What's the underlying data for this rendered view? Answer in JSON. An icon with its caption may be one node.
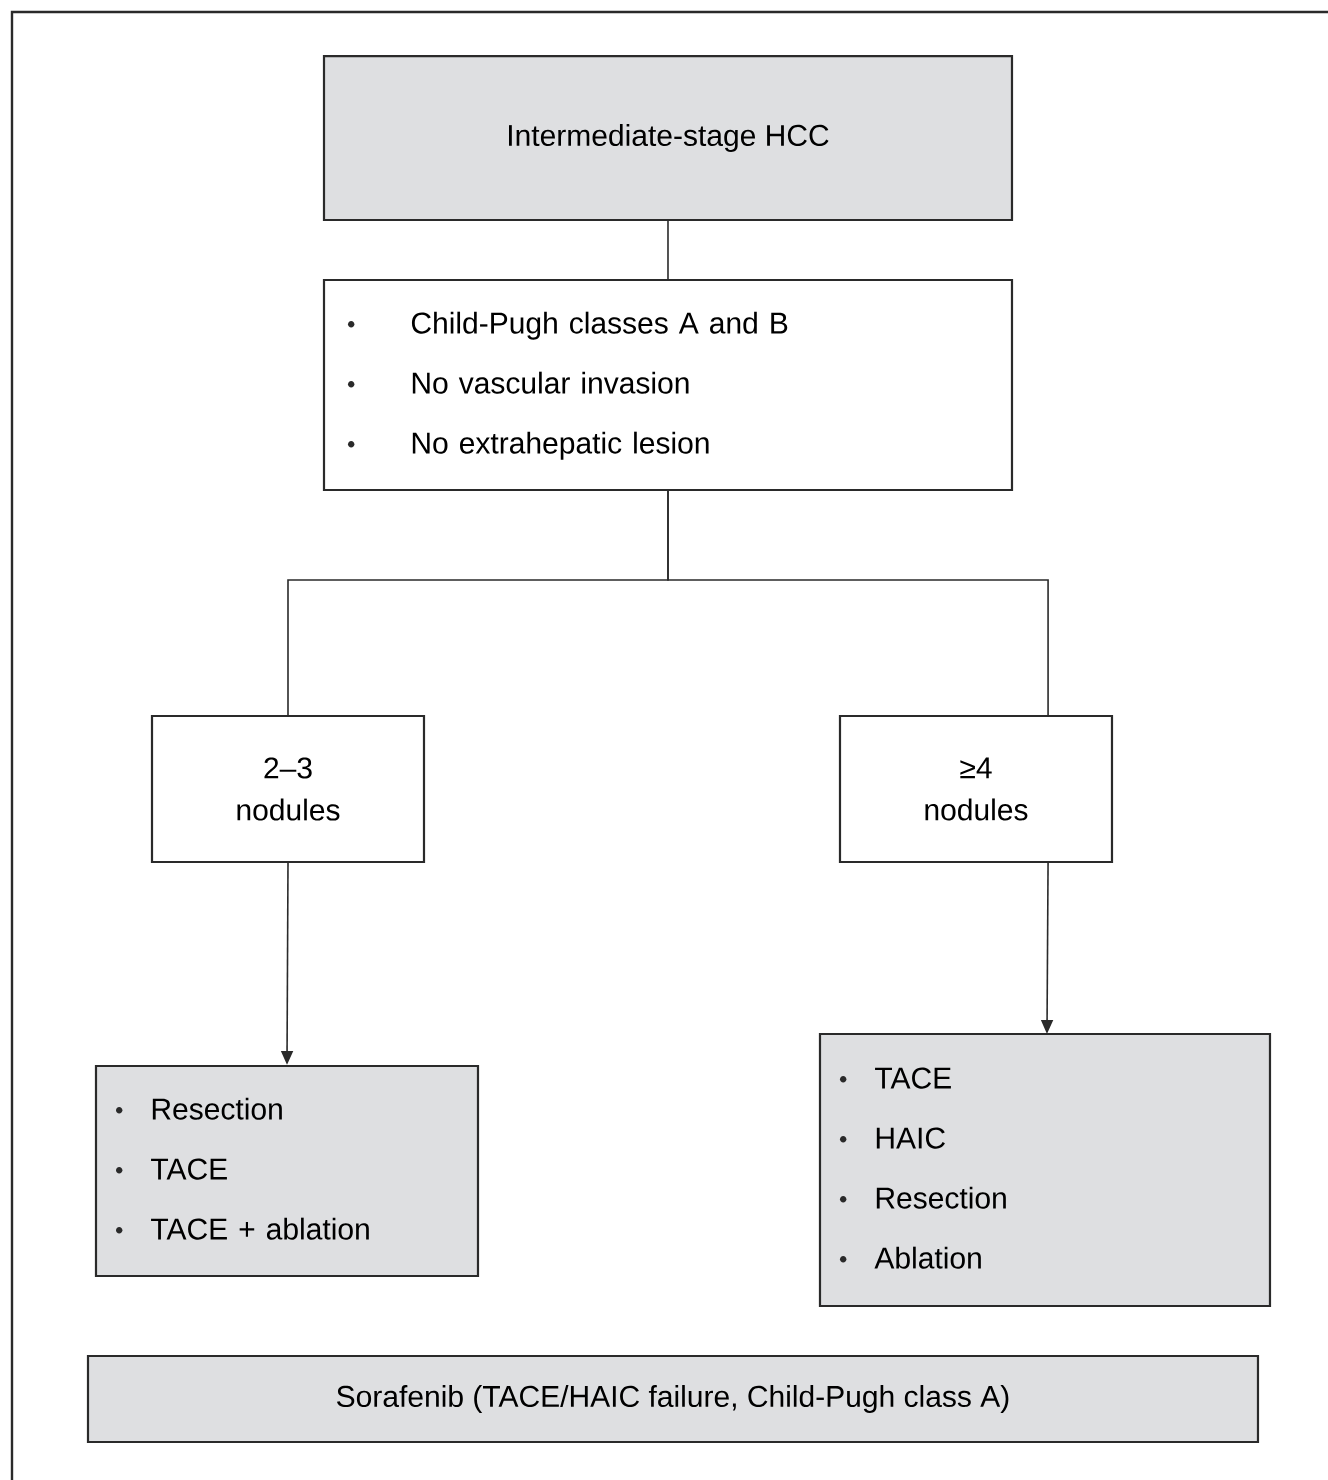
{
  "diagram": {
    "nodes": [
      {
        "text": [
          "Intermediate-stage HCC"
        ]
      },
      {
        "text": [
          "Child-Pugh classes A and B",
          "No vascular invasion",
          "No extrahepatic lesion"
        ]
      },
      {
        "text": [
          "2–3 nodules"
        ]
      },
      {
        "text": [
          "≥4 nodules"
        ]
      },
      {
        "text": [
          "Resection",
          "TACE",
          "TACE + ablation"
        ]
      },
      {
        "text": [
          "TACE",
          "HAIC",
          "Resection",
          "Ablation"
        ]
      },
      {
        "text": [
          "Sorafenib (TACE/HAIC failure, Child-Pugh class A)"
        ]
      }
    ],
    "edges": [
      {
        "from": 0,
        "to": 1,
        "arrow": "none"
      },
      {
        "from": 1,
        "to": 2,
        "arrow": "none"
      },
      {
        "from": 1,
        "to": 3,
        "arrow": "none"
      },
      {
        "from": 2,
        "to": 4,
        "arrow": "to"
      },
      {
        "from": 3,
        "to": 5,
        "arrow": "to"
      }
    ]
  }
}
